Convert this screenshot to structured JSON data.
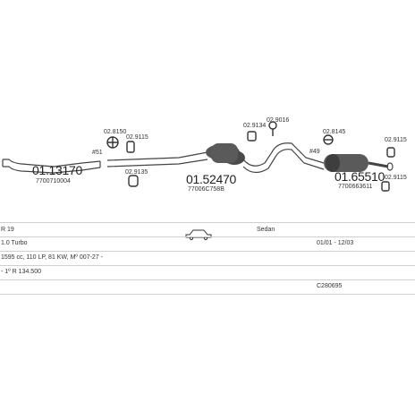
{
  "diagram": {
    "segments": [
      {
        "number": "01.13170",
        "oem": "7700710004"
      },
      {
        "number": "01.52470",
        "oem": "77006C758B"
      },
      {
        "number": "01.65510",
        "oem": "7700663611"
      }
    ],
    "callouts": {
      "a": "02.8150",
      "b": "02.9115",
      "c": "#51",
      "d": "02.9135",
      "e": "02.9134",
      "f": "02.9016",
      "g": "02.8145",
      "h": "#49",
      "i": "02.9115",
      "j": "02.9115"
    }
  },
  "info": {
    "model": "R 19",
    "body": "Sedan",
    "engine": "1.0 Turbo",
    "years": "01/01 - 12/03",
    "spec": "1595 cc, 110 LP, 81 KW, Mº 007-27 -",
    "chassis": "- 1º R 134.500",
    "code": "C280695"
  }
}
